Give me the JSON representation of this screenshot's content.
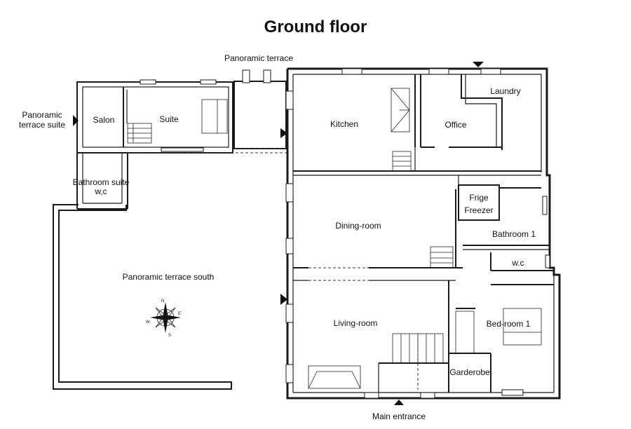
{
  "title": "Ground floor",
  "labels": {
    "panoramic_terrace": "Panoramic terrace",
    "panoramic_terrace_suite_1": "Panoramic",
    "panoramic_terrace_suite_2": "terrace suite",
    "salon": "Salon",
    "suite": "Suite",
    "kitchen": "Kitchen",
    "office": "Office",
    "laundry": "Laundry",
    "bathroom_suite": "Bathroom suite",
    "bathroom_suite_wc": "w,c",
    "frige": "Frige",
    "freezer": "Freezer",
    "dining_room": "Dining-room",
    "bathroom_1": "Bathroom 1",
    "wc": "w.c",
    "panoramic_terrace_south": "Panoramic terrace south",
    "living_room": "Living-room",
    "bed_room_1": "Bed-room 1",
    "garderobe": "Garderobe",
    "main_entrance": "Main entrance"
  },
  "compass": {
    "n": "N",
    "s": "S",
    "e": "E",
    "w": "W"
  }
}
